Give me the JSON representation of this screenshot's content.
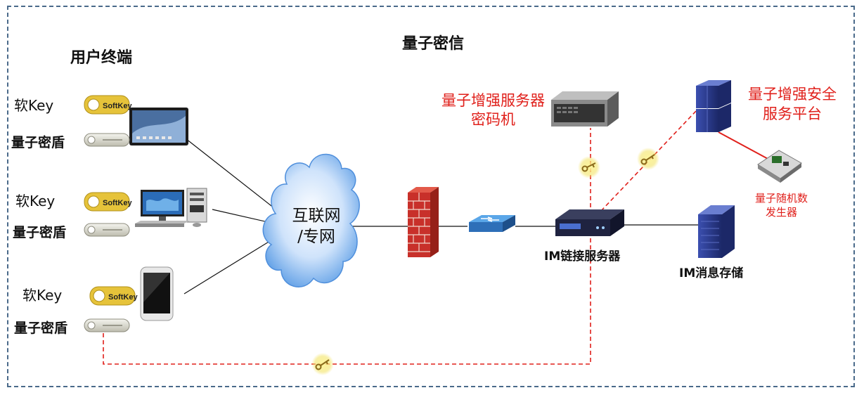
{
  "title": "量子密信",
  "section_user": "用户终端",
  "rows": [
    {
      "softkey": "软Key",
      "shield": "量子密盾",
      "key_text": "SoftKey"
    },
    {
      "softkey": "软Key",
      "shield": "量子密盾",
      "key_text": "SoftKey"
    },
    {
      "softkey": "软Key",
      "shield": "量子密盾",
      "key_text": "SoftKey"
    }
  ],
  "cloud": {
    "line1": "互联网",
    "line2": "/专网"
  },
  "crypto_server": {
    "line1": "量子增强服务器",
    "line2": "密码机"
  },
  "security_platform": {
    "line1": "量子增强安全",
    "line2": "服务平台"
  },
  "rng": {
    "line1": "量子随机数",
    "line2": "发生器"
  },
  "im_link_server": "IM链接服务器",
  "im_storage": "IM消息存储",
  "colors": {
    "red": "#e0201b",
    "frame": "#4a6a8a",
    "cloud": "#5f9fe6",
    "server": "#2d3e8f"
  }
}
